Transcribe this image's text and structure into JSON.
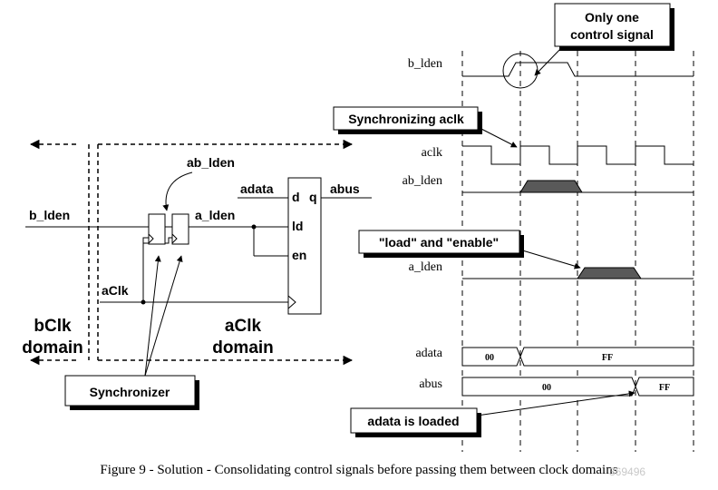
{
  "left_diagram": {
    "bclk_domain": [
      "bClk",
      "domain"
    ],
    "aclk_domain": [
      "aClk",
      "domain"
    ],
    "labels": {
      "ab_lden": "ab_lden",
      "b_lden": "b_lden",
      "a_lden": "a_lden",
      "adata": "adata",
      "abus": "abus",
      "aclk": "aClk"
    },
    "register_pins": {
      "d": "d",
      "q": "q",
      "ld": "ld",
      "en": "en"
    },
    "synchronizer_label": "Synchronizer"
  },
  "timing": {
    "signal_names": {
      "b_lden": "b_lden",
      "aclk": "aclk",
      "ab_lden": "ab_lden",
      "a_lden": "a_lden",
      "adata": "adata",
      "abus": "abus"
    },
    "adata_values": [
      "00",
      "FF"
    ],
    "abus_values": [
      "00",
      "FF"
    ]
  },
  "callouts": {
    "only_one": [
      "Only one",
      "control signal"
    ],
    "sync_aclk": "Synchronizing aclk",
    "load_enable": "\"load\" and \"enable\"",
    "adata_loaded": "adata is loaded"
  },
  "caption": "Figure 9 - Solution - Consolidating control signals before passing them between clock domains",
  "watermark": "369496"
}
